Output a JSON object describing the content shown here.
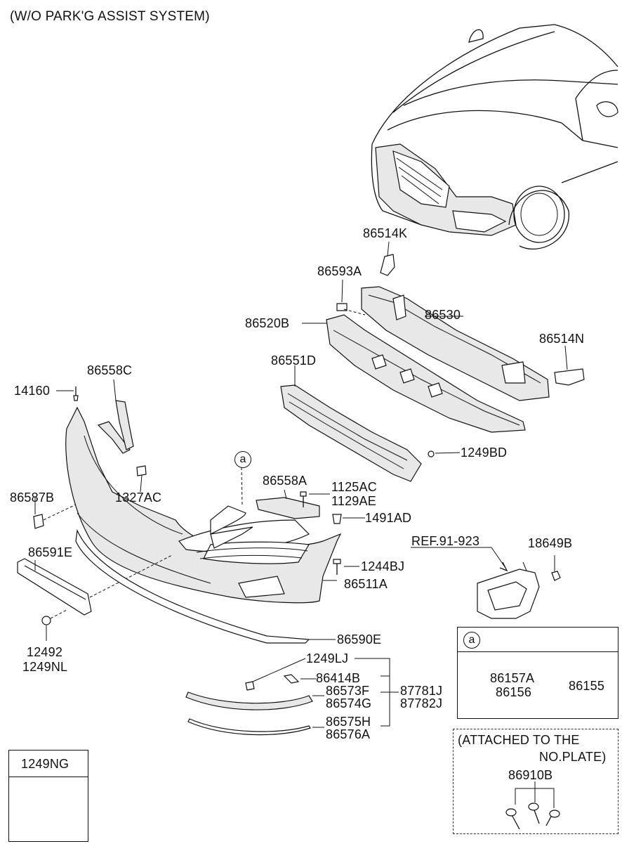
{
  "title": "(W/O PARK'G ASSIST SYSTEM)",
  "labels": {
    "p86514K": "86514K",
    "p86593A": "86593A",
    "p86530": "86530",
    "p86520B": "86520B",
    "p86514N": "86514N",
    "p86551D": "86551D",
    "p86558C": "86558C",
    "p14160": "14160",
    "p1249BD": "1249BD",
    "p1327AC": "1327AC",
    "p86558A": "86558A",
    "p1125AC": "1125AC",
    "p1129AE": "1129AE",
    "p86587B": "86587B",
    "p1491AD": "1491AD",
    "ref": "REF.91-923",
    "p18649B": "18649B",
    "p86591E": "86591E",
    "p1244BJ": "1244BJ",
    "p86511A": "86511A",
    "p12492": "12492",
    "p1249NL": "1249NL",
    "p86590E": "86590E",
    "p1249LJ": "1249LJ",
    "p86414B": "86414B",
    "p86573F": "86573F",
    "p86574G": "86574G",
    "p87781J": "87781J",
    "p87782J": "87782J",
    "p86575H": "86575H",
    "p86576A": "86576A",
    "callout_a": "a"
  },
  "inset_a": {
    "marker": "a",
    "p86157A": "86157A",
    "p86156": "86156",
    "p86155": "86155"
  },
  "attached": {
    "line1": "(ATTACHED TO THE",
    "line2": "NO.PLATE)",
    "part": "86910B"
  },
  "bolt_box": {
    "part": "1249NG"
  }
}
